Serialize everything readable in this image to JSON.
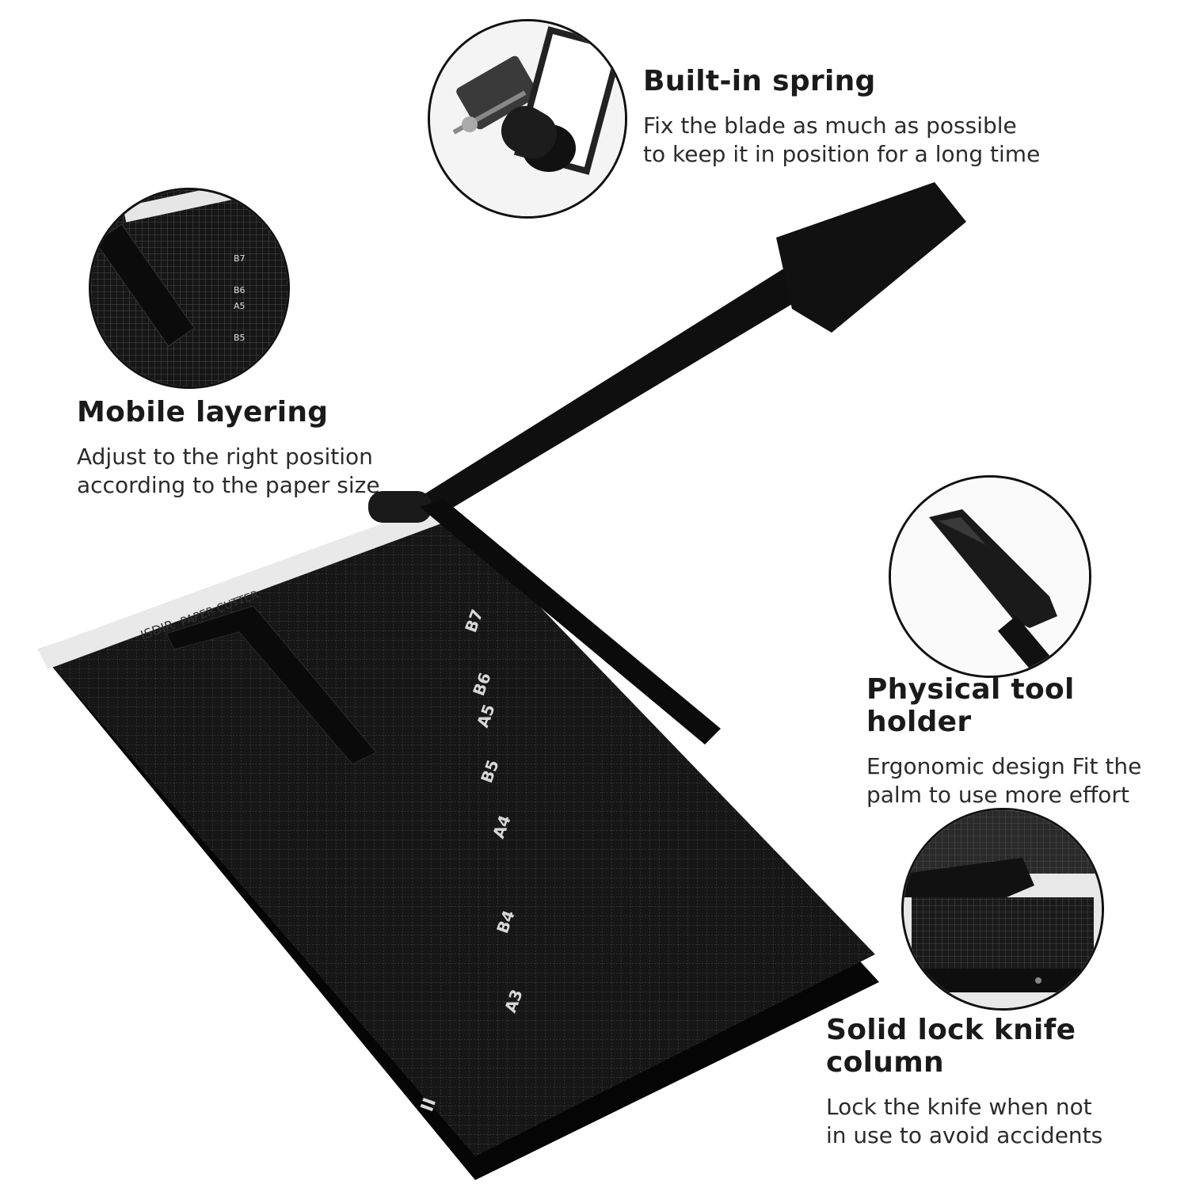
{
  "features": {
    "spring": {
      "title": "Built-in spring",
      "line1": "Fix the blade as much as possible",
      "line2": "to keep it in position for a long time"
    },
    "layering": {
      "title": "Mobile layering",
      "line1": "Adjust to the right position",
      "line2": "according to the paper size"
    },
    "holder": {
      "title": "Physical tool holder",
      "line1": "Ergonomic design  Fit the",
      "line2": "palm to use more effort"
    },
    "lock": {
      "title": "Solid lock knife column",
      "line1": "Lock the knife when not",
      "line2": "in use to avoid accidents"
    }
  },
  "product": {
    "brand": "ISDIR",
    "label": "PAPER CUTTER",
    "sizes": [
      "B7",
      "B6",
      "A5",
      "B5",
      "A4",
      "B4",
      "A3"
    ],
    "size_mark": "II"
  },
  "colors": {
    "board": "#141414",
    "grid": "#6e6e6e",
    "ruler": "#e9e9e9",
    "text": "#1a1a1a"
  },
  "icons": {
    "spring_detail": "spring-closeup-icon",
    "layering_detail": "guide-closeup-icon",
    "holder_detail": "handle-closeup-icon",
    "lock_detail": "lock-closeup-icon"
  }
}
